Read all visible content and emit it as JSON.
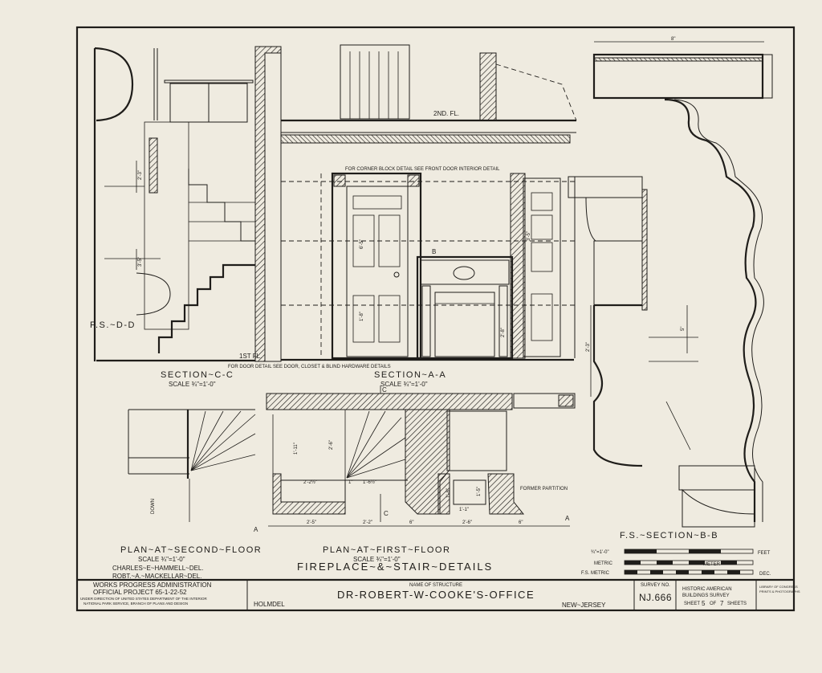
{
  "views": {
    "section_cc": {
      "title": "SECTION~C-C",
      "scale": "SCALE ¾\"=1'-0\""
    },
    "section_aa": {
      "title": "SECTION~A-A",
      "scale": "SCALE ¾\"=1'-0\""
    },
    "plan_second": {
      "title": "PLAN~AT~SECOND~FLOOR",
      "scale": "SCALE ¾\"=1'-0\""
    },
    "plan_first": {
      "title": "PLAN~AT~FIRST~FLOOR",
      "scale": "SCALE ¾\"=1'-0\""
    },
    "section_bb": {
      "title": "F.S.~SECTION~B-B"
    },
    "fs_dd": "F.S.~D-D"
  },
  "notes": {
    "second_floor": "2ND. FL.",
    "first_floor": "1ST FL.",
    "corner_block": "FOR CORNER BLOCK DETAIL SEE FRONT DOOR INTERIOR DETAIL",
    "door_detail": "FOR DOOR DETAIL SEE DOOR, CLOSET & BLIND HARDWARE DETAILS",
    "former_partition": "FORMER PARTITION",
    "down": "DOWN"
  },
  "markers": {
    "a": "A",
    "b": "B",
    "c": "C"
  },
  "dimensions": {
    "d_8in": "8\"",
    "d_2_3": "2'-3\"",
    "d_3_5": "3'-5\"",
    "d_6_5": "6'-5\"",
    "d_1_8": "1'-8\"",
    "d_3_5b": "3'-5\"",
    "d_2_8": "2'-8\"",
    "d_5in": "5\"",
    "d_2_3b": "2'-3\"",
    "d_1_11": "1'-11\"",
    "d_2_6": "2'-6\"",
    "d_2_2_half": "2'-2½\"",
    "d_1in": "1\"",
    "d_1_6_half": "1'-6½\"",
    "d_1_8b": "1'-8\"",
    "d_1_5": "1'-5\"",
    "d_1_1": "1'-1\"",
    "d_2_5": "2'-5\"",
    "d_2_2": "2'-2\"",
    "d_6in": "6\"",
    "d_2_6b": "2'-6\"",
    "d_6in_b": "6\""
  },
  "scale_bars": {
    "feet_scale": "¾\"=1'-0\"",
    "feet": "FEET",
    "metric": "METRIC",
    "meter": "METER",
    "fs_metric": "F.S. METRIC",
    "dec": "DEC."
  },
  "delineators": [
    "CHARLES~E~HAMMELL~DEL.",
    "ROBT.~A.~MACKELLAR~DEL."
  ],
  "sheet_title": "FIREPLACE~&~STAIR~DETAILS",
  "title_block": {
    "agency_line1": "WORKS PROGRESS ADMINISTRATION",
    "agency_line2": "OFFICIAL PROJECT 65-1-22-52",
    "agency_note1": "UNDER DIRECTION OF UNITED STATES DEPARTMENT OF THE INTERIOR",
    "agency_note2": "NATIONAL PARK SERVICE, BRANCH OF PLANS AND DESIGN",
    "location": "HOLMDEL",
    "name_label": "NAME OF STRUCTURE",
    "structure": "DR-ROBERT-W-COOKE'S-OFFICE",
    "state": "NEW~JERSEY",
    "survey_label": "SURVEY NO.",
    "survey_no": "NJ.666",
    "habs_line1": "HISTORIC AMERICAN",
    "habs_line2": "BUILDINGS SURVEY",
    "sheet_word": "SHEET",
    "sheet_no": "5",
    "of_word": "OF",
    "sheet_total": "7",
    "sheets_word": "SHEETS",
    "library_line1": "LIBRARY OF CONGRESS",
    "library_line2": "PRINTS & PHOTOGRAPHS"
  },
  "colors": {
    "paper": "#efebe0",
    "ink": "#1f1d1a"
  }
}
